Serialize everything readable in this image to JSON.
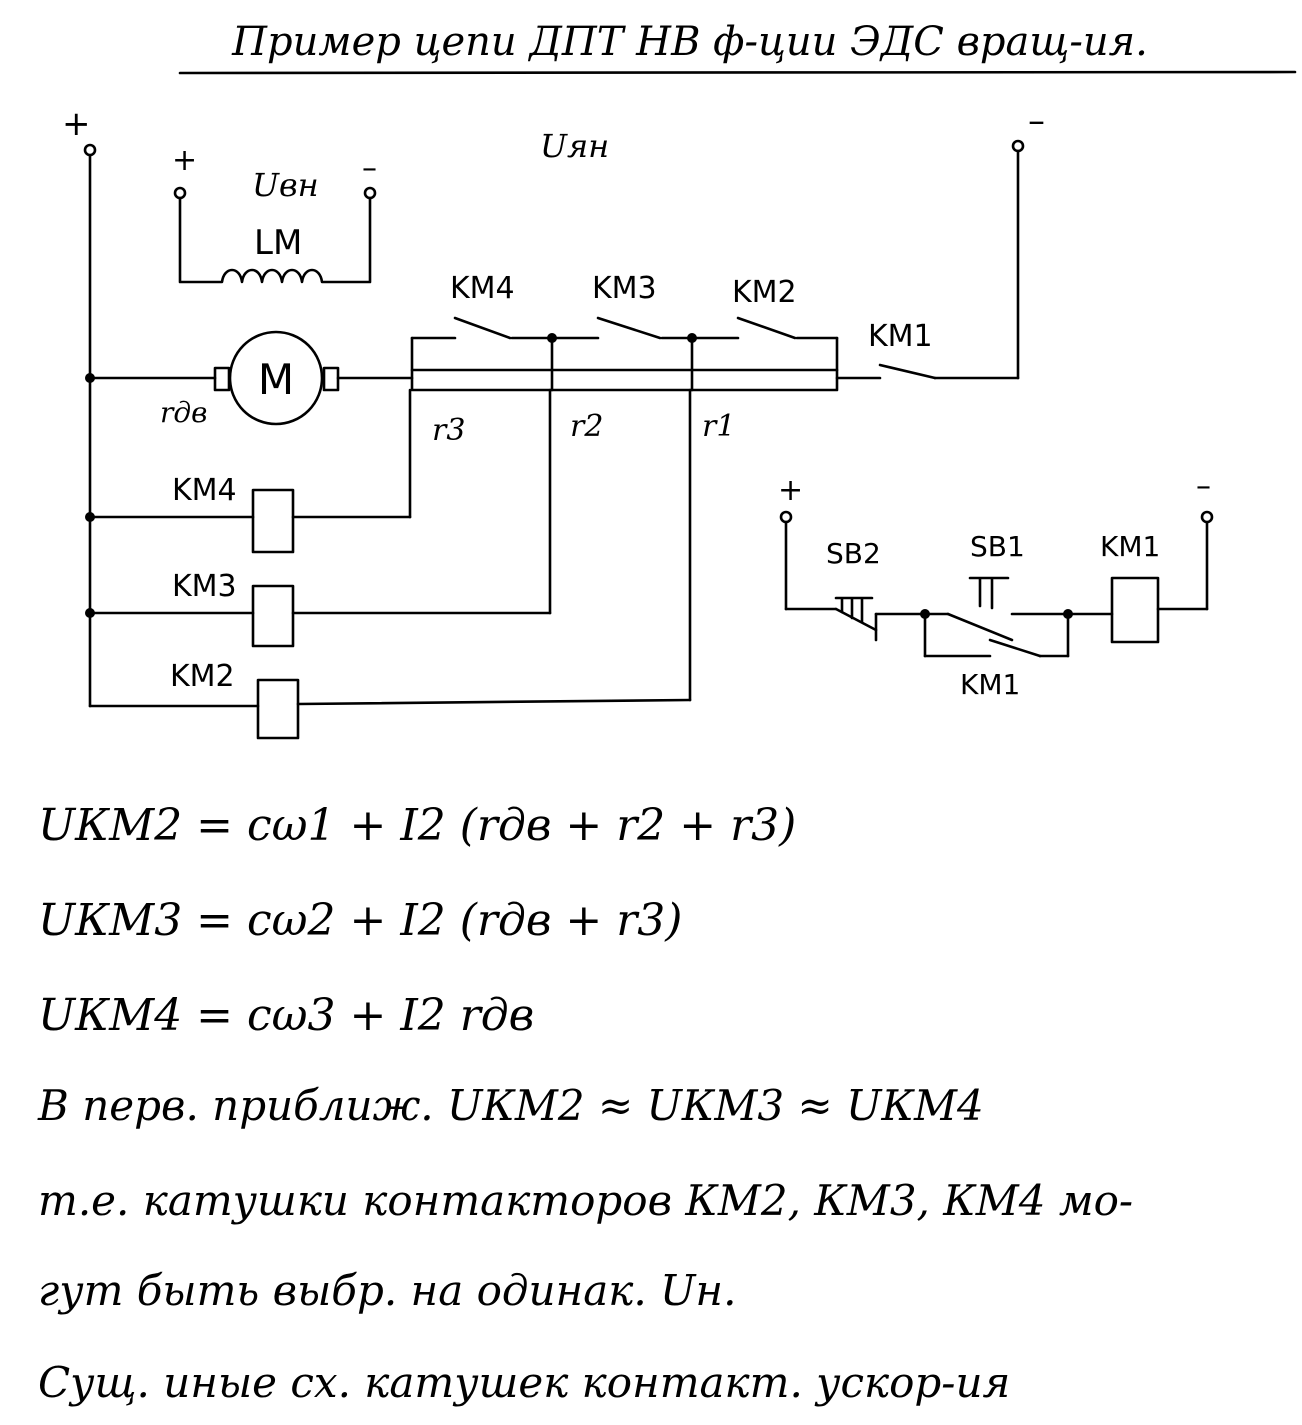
{
  "title": "Пример цепи ДПТ НВ ф-ции ЭДС вращ-ия.",
  "diagram": {
    "plus_main": "+",
    "minus_main": "–",
    "u_arm": "Uян",
    "u_field": "Uвн",
    "field_plus": "+",
    "field_minus": "–",
    "field_winding": "LM",
    "motor": "M",
    "r_dv": "rдв",
    "r3": "r3",
    "r2": "r2",
    "r1": "r1",
    "km4_contact": "KM4",
    "km3_contact": "KM3",
    "km2_contact": "KM2",
    "km1_contact": "KM1",
    "km4_coil": "KM4",
    "km3_coil": "KM3",
    "km2_coil": "KM2",
    "ctrl_plus": "+",
    "ctrl_minus": "–",
    "sb2": "SB2",
    "sb1": "SB1",
    "km1_coil": "KM1",
    "km1_hold": "KM1"
  },
  "equations": [
    "UКМ2 = cω1 + I2 (rдв + r2 + r3)",
    "UКМ3 = cω2 + I2 (rдв + r3)",
    "UКМ4 = cω3 + I2 rдв"
  ],
  "text_lines": [
    "В перв. приближ.   UКМ2 ≈ UКМ3 ≈ UКМ4",
    "т.е. катушки контакторов КМ2, КМ3, КМ4 мо-",
    "гут быть выбр. на одинак. Uн.",
    "Сущ. иные сх. катушек контакт. ускор-ия"
  ]
}
